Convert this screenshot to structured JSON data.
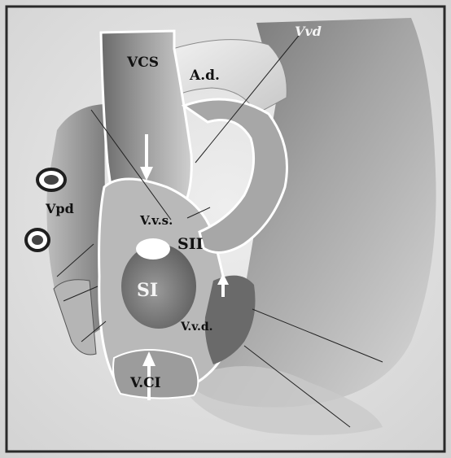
{
  "figure": {
    "labels": {
      "vvd_top": "Vvd",
      "vcs": "VCS",
      "ad": "A.d.",
      "vpd": "Vpd",
      "vvs": "V.v.s.",
      "s2": "SII",
      "s1": "SI",
      "vvd_lower": "V.v.d.",
      "vci": "V.CI"
    },
    "colors": {
      "background": "#e3e3e3",
      "frame": "#2a2a2a",
      "dark_shade": "#5a5a5a",
      "mid_shade": "#8d8d8d",
      "light_shade": "#d6d6d6",
      "arrow": "#ffffff"
    }
  }
}
